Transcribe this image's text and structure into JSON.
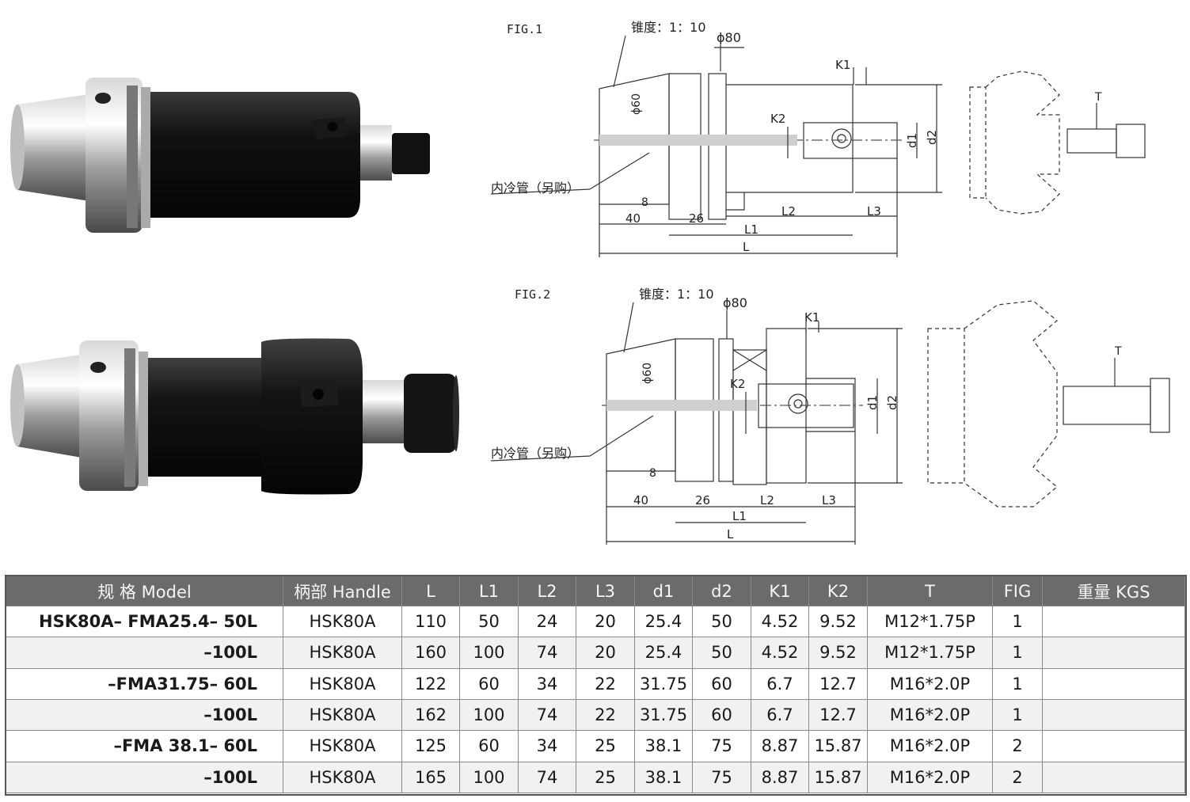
{
  "figures": {
    "fig1": {
      "label": "FIG.1",
      "taper": "锥度：1：10",
      "phi80": "ϕ80",
      "phi60": "ϕ60",
      "coolant": "内冷管（另购）",
      "dims": {
        "d40": "40",
        "d26": "26",
        "d8": "8",
        "L": "L",
        "L1": "L1",
        "L2": "L2",
        "L3": "L3",
        "K1": "K1",
        "K2": "K2",
        "d1": "d1",
        "d2": "d2",
        "T": "T"
      }
    },
    "fig2": {
      "label": "FIG.2",
      "taper": "锥度：1：10",
      "phi80": "ϕ80",
      "phi60": "ϕ60",
      "coolant": "内冷管（另购）",
      "dims": {
        "d40": "40",
        "d26": "26",
        "d8": "8",
        "L": "L",
        "L1": "L1",
        "L2": "L2",
        "L3": "L3",
        "K1": "K1",
        "K2": "K2",
        "d1": "d1",
        "d2": "d2",
        "T": "T"
      }
    }
  },
  "table": {
    "headers": [
      "规 格 Model",
      "柄部 Handle",
      "L",
      "L1",
      "L2",
      "L3",
      "d1",
      "d2",
      "K1",
      "K2",
      "T",
      "FIG",
      "重量 KGS"
    ],
    "rows": [
      [
        "HSK80A– FMA25.4– 50L",
        "HSK80A",
        "110",
        "50",
        "24",
        "20",
        "25.4",
        "50",
        "4.52",
        "9.52",
        "M12*1.75P",
        "1",
        ""
      ],
      [
        "–100L",
        "HSK80A",
        "160",
        "100",
        "74",
        "20",
        "25.4",
        "50",
        "4.52",
        "9.52",
        "M12*1.75P",
        "1",
        ""
      ],
      [
        "–FMA31.75– 60L",
        "HSK80A",
        "122",
        "60",
        "34",
        "22",
        "31.75",
        "60",
        "6.7",
        "12.7",
        "M16*2.0P",
        "1",
        ""
      ],
      [
        "–100L",
        "HSK80A",
        "162",
        "100",
        "74",
        "22",
        "31.75",
        "60",
        "6.7",
        "12.7",
        "M16*2.0P",
        "1",
        ""
      ],
      [
        "–FMA 38.1– 60L",
        "HSK80A",
        "125",
        "60",
        "34",
        "25",
        "38.1",
        "75",
        "8.87",
        "15.87",
        "M16*2.0P",
        "2",
        ""
      ],
      [
        "–100L",
        "HSK80A",
        "165",
        "100",
        "74",
        "25",
        "38.1",
        "75",
        "8.87",
        "15.87",
        "M16*2.0P",
        "2",
        ""
      ]
    ]
  }
}
